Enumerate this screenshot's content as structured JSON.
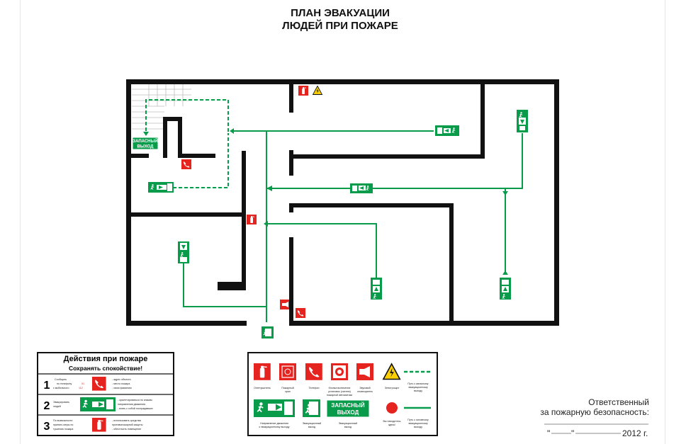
{
  "header": {
    "title_line1": "ПЛАН ЭВАКУАЦИИ",
    "title_line2": "ЛЮДЕЙ ПРИ ПОЖАРЕ"
  },
  "plan": {
    "exit_sign_label_1": "ЗАПАСНЫЙ",
    "exit_sign_label_2": "ВЫХОД"
  },
  "actions": {
    "title": "Действия при пожаре",
    "subtitle": "Сохранять спокойствие!",
    "steps": [
      {
        "number": "1",
        "label": [
          "Сообщить",
          "по телефону",
          "с мобильного"
        ],
        "phone_numbers": [
          "01",
          "112"
        ],
        "bullets": [
          "- адрес объекта",
          "- место пожара",
          "- свою фамилию"
        ]
      },
      {
        "number": "2",
        "label": [
          "Эвакуировать",
          "людей"
        ],
        "bullets": [
          "- ориентироваться по знакам",
          "направления движения",
          "- взять с собой пострадавших"
        ]
      },
      {
        "number": "3",
        "label": [
          "По возможности",
          "принять меры по",
          "тушению пожара"
        ],
        "bullets": [
          "- использовать средства",
          "противопожарной защиты",
          "- обесточить помещение"
        ]
      }
    ]
  },
  "legend": {
    "row1": [
      {
        "icon": "fire-extinguisher-icon",
        "label": [
          "Огнетушитель"
        ]
      },
      {
        "icon": "fire-hydrant-icon",
        "label": [
          "Пожарный",
          "кран"
        ]
      },
      {
        "icon": "phone-icon",
        "label": [
          "Телефон"
        ]
      },
      {
        "icon": "fire-alarm-button-icon",
        "label": [
          "Кнопка включения",
          "установок (систем)",
          "пожарной автоматики"
        ]
      },
      {
        "icon": "sound-alarm-icon",
        "label": [
          "Звуковой",
          "оповещатель"
        ]
      },
      {
        "icon": "electric-hazard-icon",
        "label": [
          "Электрощит"
        ]
      },
      {
        "icon": "dashed-line-icon",
        "label": [
          "Путь к запасному",
          "эвакуационному",
          "выходу"
        ]
      }
    ],
    "row2": [
      {
        "icon": "exit-direction-icon",
        "label": [
          "Направление движения",
          "к эвакуационному выходу"
        ]
      },
      {
        "icon": "evacuation-exit-icon",
        "label": [
          "Эвакуационный",
          "выход"
        ]
      },
      {
        "icon": "emergency-exit-sign-icon",
        "label": [
          "Эвакуационный",
          "выход"
        ],
        "sign_text": [
          "ЗАПАСНЫЙ",
          "ВЫХОД"
        ]
      },
      {
        "icon": "you-are-here-icon",
        "label": [
          "Вы находитесь",
          "здесь!"
        ]
      },
      {
        "icon": "solid-line-icon",
        "label": [
          "Путь к основному",
          "эвакуационному",
          "выходу"
        ]
      }
    ]
  },
  "responsible": {
    "line1": "Ответственный",
    "line2": "за пожарную безопасность:",
    "quote_open": "\"",
    "quote_close": "\"",
    "year": "2012 г."
  },
  "colors": {
    "wall": "#111111",
    "red": "#e52420",
    "green": "#079b4a",
    "yellow": "#fcd000"
  }
}
